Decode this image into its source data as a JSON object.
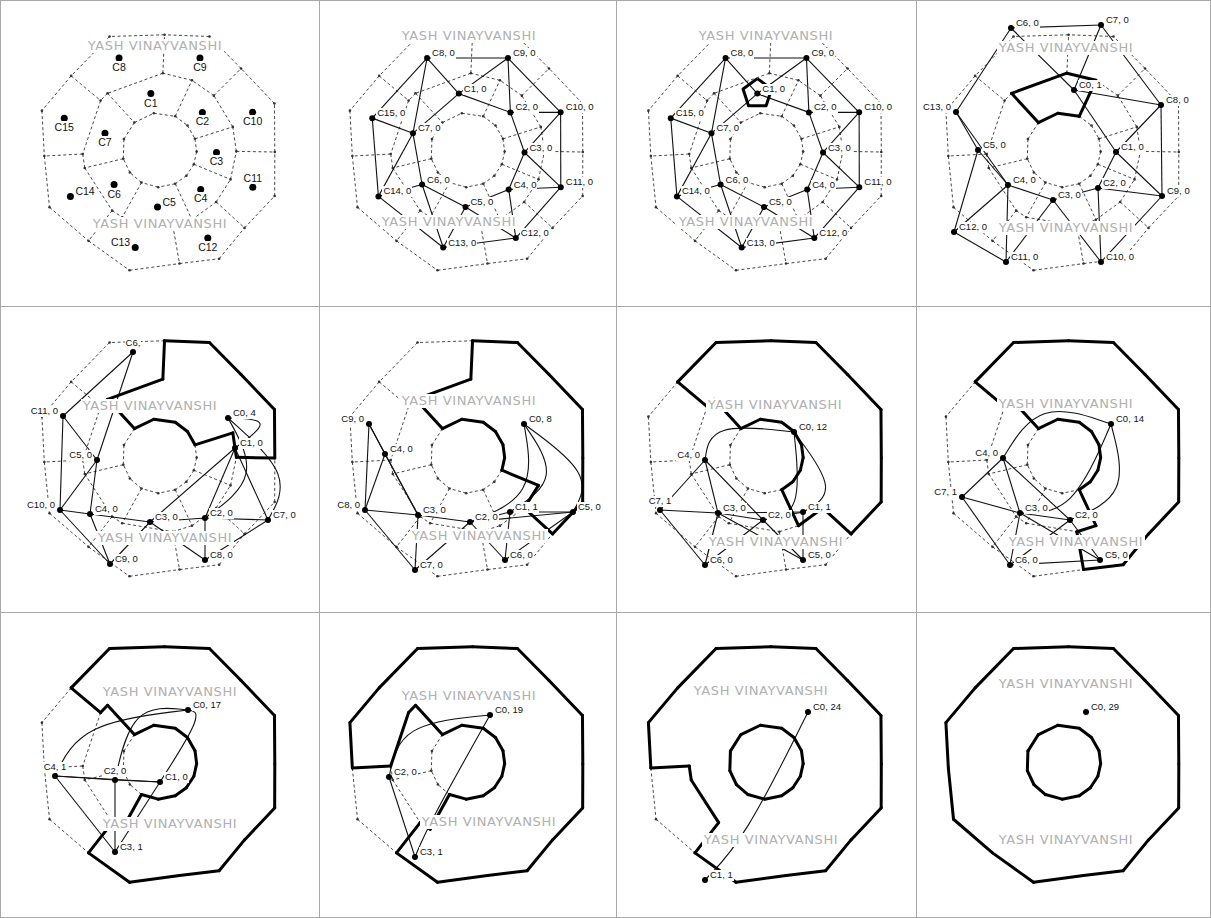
{
  "diagram": {
    "labels": [
      "C8",
      "C9",
      "C1",
      "C2",
      "C10",
      "C15",
      "C7",
      "C3",
      "C11",
      "C14",
      "C6",
      "C5",
      "C4",
      "C13",
      "C12",
      "YASH VINAYVANSHI",
      "YASH VINAYVANSHI",
      "C8, 0",
      "C9, 0",
      "C1, 0",
      "C2, 0",
      "C10, 0",
      "C15, 0",
      "C7, 0",
      "C3, 0",
      "C6, 0",
      "C5, 0",
      "C4, 0",
      "C11, 0",
      "C14, 0",
      "C13, 0",
      "C12, 0",
      "YASH VINAYVANSHI",
      "YASH VINAYVANSHI",
      "C8, 0",
      "C9, 0",
      "C1, 0",
      "C2, 0",
      "C10, 0",
      "C15, 0",
      "C7, 0",
      "C3, 0",
      "C6, 0",
      "C5, 0",
      "C4, 0",
      "C11, 0",
      "C14, 0",
      "C13, 0",
      "C12, 0",
      "YASH VINAYVANSHI",
      "YASH VINAYVANSHI",
      "C6, 0",
      "C7, 0",
      "C13, 0",
      "C0, 1",
      "C8, 0",
      "C5, 0",
      "C1, 0",
      "C4, 0",
      "C2, 0",
      "C3, 0",
      "C12, 0",
      "C9, 0",
      "C11, 0",
      "C10, 0",
      "YASH VINAYVANSHI",
      "YASH VINAYVANSHI",
      "C6,",
      "C0, 4",
      "C11, 0",
      "C1, 0",
      "C5, 0",
      "C10, 0",
      "C4, 0",
      "C3, 0",
      "C2, 0",
      "C7, 0",
      "C9, 0",
      "C8, 0",
      "YASH VINAYVANSHI",
      "YASH VINAYVANSHI",
      "C9, 0",
      "C0, 8",
      "C4, 0",
      "C8, 0",
      "C3, 0",
      "C2, 0",
      "C1, 1",
      "C5, 0",
      "C7, 0",
      "C6, 0",
      "YASH VINAYVANSHI",
      "YASH VINAYVANSHI",
      "C0, 12",
      "C4, 0",
      "C7, 1",
      "C3, 0",
      "C2, 0",
      "C1, 1",
      "C6, 0",
      "C5, 0",
      "YASH VINAYVANSHI",
      "YASH VINAYVANSHI",
      "C0, 14",
      "C4, 0",
      "C7, 1",
      "C3, 0",
      "C2, 0",
      "C6, 0",
      "C5, 0",
      "YASH VINAYVANSHI",
      "YASH VINAYVANSHI",
      "C0, 17",
      "C4, 1",
      "C2, 0",
      "C1, 0",
      "C3, 1",
      "YASH VINAYVANSHI",
      "YASH VINAYVANSHI",
      "C0, 19",
      "C2, 0",
      "C3, 1",
      "YASH VINAYVANSHI",
      "YASH VINAYVANSHI",
      "C0, 24",
      "C1, 1",
      "YASH VINAYVANSHI",
      "YASH VINAYVANSHI",
      "C0, 29",
      "YASH VINAYVANSHI",
      "YASH VINAYVANSHI"
    ]
  }
}
